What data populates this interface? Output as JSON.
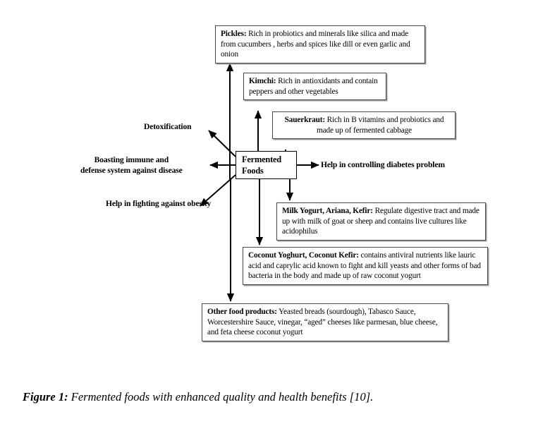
{
  "figure": {
    "center_node": {
      "line1": "Fermented",
      "line2": "Foods"
    },
    "food_boxes": [
      {
        "id": "pickles",
        "lead": "Pickles:",
        "body": " Rich in probiotics and minerals like silica and made from cucumbers , herbs and spices like dill or even garlic and onion"
      },
      {
        "id": "kimchi",
        "lead": "Kimchi:",
        "body": " Rich in antioxidants and contain peppers and other vegetables"
      },
      {
        "id": "sauerkraut",
        "lead": "Sauerkraut:",
        "body": " Rich in B vitamins and probiotics and  made up of  fermented cabbage"
      },
      {
        "id": "milk-yogurt",
        "lead": "Milk Yogurt, Ariana, Kefir:",
        "body": " Regulate digestive tract and  made up with milk  of goat or sheep  and contains live cultures like acidophilus"
      },
      {
        "id": "coconut",
        "lead": "Coconut Yoghurt, Coconut Kefir:",
        "body": "  contains antiviral nutrients like lauric acid and caprylic acid known to fight and kill yeasts and other forms of bad bacteria in the body and made  up of raw coconut yogurt"
      },
      {
        "id": "other-foods",
        "lead": "Other food products:",
        "body": "  Yeasted breads (sourdough), Tabasco Sauce, Worcestershire Sauce, vinegar, “aged” cheeses like parmesan, blue cheese, and feta cheese coconut yogurt"
      }
    ],
    "benefit_labels": [
      {
        "id": "detoxification",
        "line1": "Detoxification",
        "line2": ""
      },
      {
        "id": "immune",
        "line1": "Boasting  immune and",
        "line2": "defense system against disease"
      },
      {
        "id": "obesity",
        "line1": "Help in fighting against obesity",
        "line2": ""
      },
      {
        "id": "diabetes",
        "line1": "Help in controlling diabetes problem",
        "line2": ""
      }
    ],
    "colors": {
      "box_border": "#4a4a4a",
      "box_shadow": "#9a9a9a",
      "center_border": "#000000",
      "connector": "#000000",
      "text": "#000000",
      "background": "#ffffff"
    }
  },
  "caption": {
    "label": "Figure 1:",
    "text": " Fermented foods with enhanced quality and health benefits [10]."
  }
}
